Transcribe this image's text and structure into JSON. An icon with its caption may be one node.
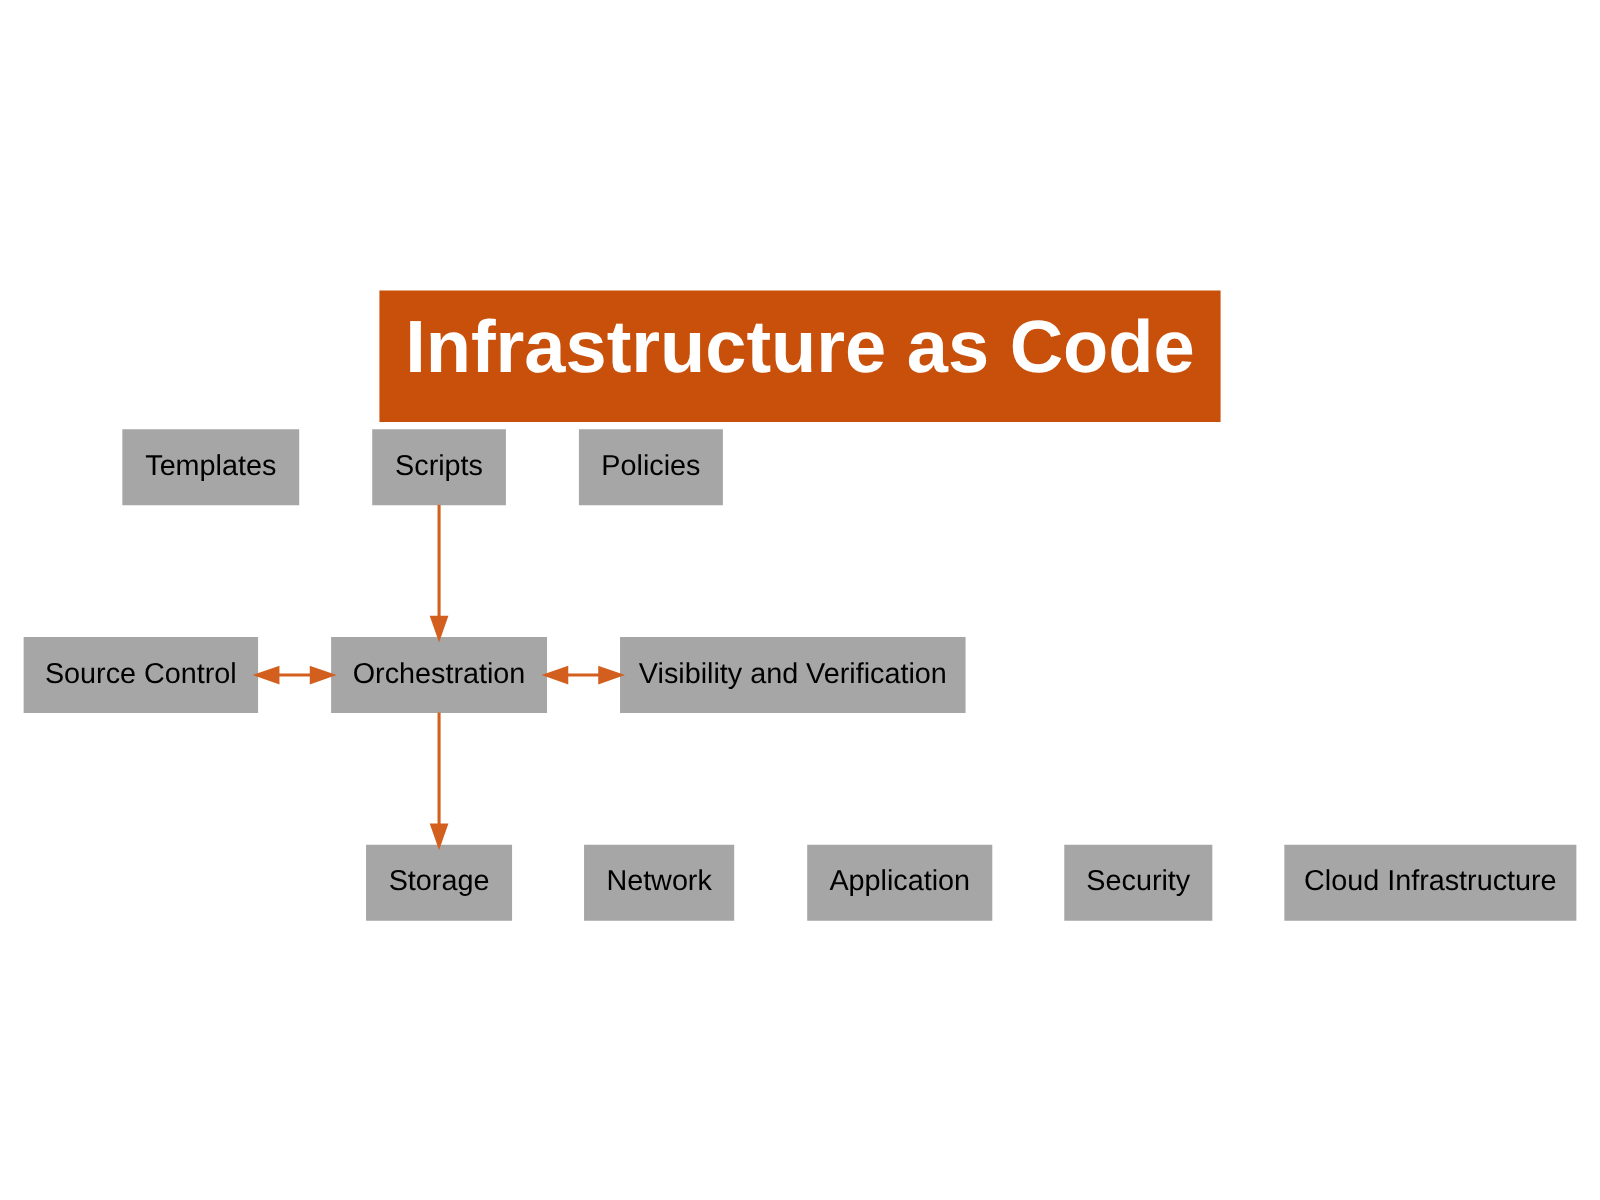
{
  "diagram": {
    "title": "Infrastructure as Code",
    "nodes": [
      {
        "text": [
          "Templates"
        ]
      },
      {
        "text": [
          "Scripts"
        ]
      },
      {
        "text": [
          "Policies"
        ]
      },
      {
        "text": [
          "Source Control"
        ]
      },
      {
        "text": [
          "Orchestration"
        ]
      },
      {
        "text": [
          "Visibility and Verification"
        ]
      },
      {
        "text": [
          "Network"
        ]
      },
      {
        "text": [
          "Application"
        ]
      },
      {
        "text": [
          "Storage"
        ]
      },
      {
        "text": [
          "Security"
        ]
      },
      {
        "text": [
          "Cloud Infrastructure"
        ]
      }
    ],
    "edges": [
      {
        "from": 1,
        "to": 4,
        "arrow": "to"
      },
      {
        "from": 4,
        "to": 3,
        "arrow": "both"
      },
      {
        "from": 4,
        "to": 5,
        "arrow": "both"
      },
      {
        "from": 4,
        "to": 8,
        "arrow": "to"
      }
    ]
  }
}
